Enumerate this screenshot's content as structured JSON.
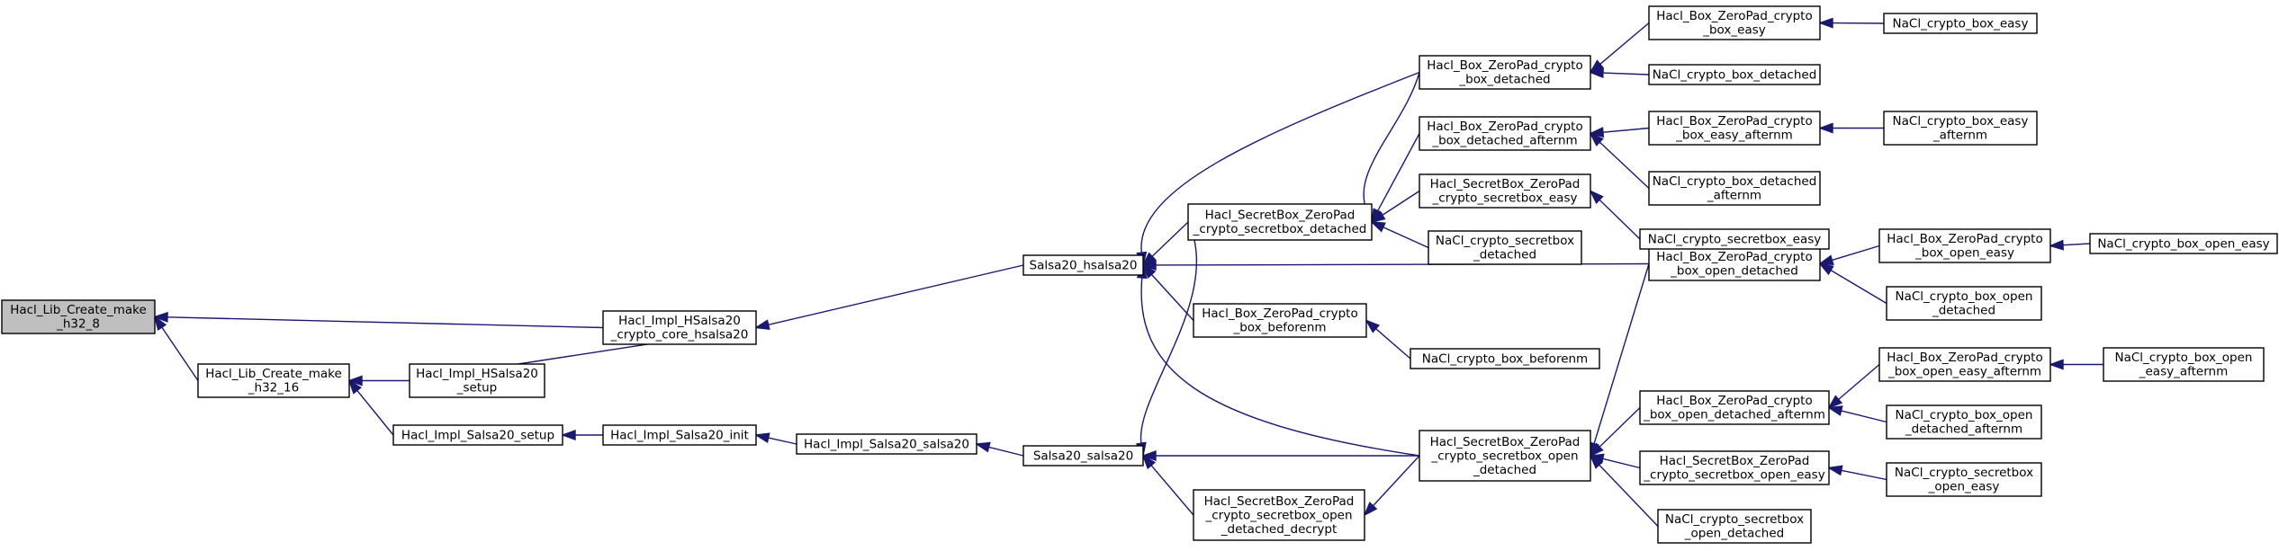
{
  "graph": {
    "colors": {
      "edge": "#191970",
      "node_border": "#000000",
      "root_fill": "#bfbfbf",
      "node_fill": "#ffffff"
    },
    "nodes": [
      {
        "id": "make_h32_8",
        "lines": [
          "Hacl_Lib_Create_make",
          "_h32_8"
        ],
        "root": true
      },
      {
        "id": "make_h32_16",
        "lines": [
          "Hacl_Lib_Create_make",
          "_h32_16"
        ]
      },
      {
        "id": "hsalsa_core",
        "lines": [
          "Hacl_Impl_HSalsa20",
          "_crypto_core_hsalsa20"
        ]
      },
      {
        "id": "hsalsa_setup",
        "lines": [
          "Hacl_Impl_HSalsa20",
          "_setup"
        ]
      },
      {
        "id": "salsa_setup",
        "lines": [
          "Hacl_Impl_Salsa20_setup"
        ]
      },
      {
        "id": "salsa_init",
        "lines": [
          "Hacl_Impl_Salsa20_init"
        ]
      },
      {
        "id": "impl_salsa20",
        "lines": [
          "Hacl_Impl_Salsa20_salsa20"
        ]
      },
      {
        "id": "salsa20_hsalsa20",
        "lines": [
          "Salsa20_hsalsa20"
        ]
      },
      {
        "id": "salsa20_salsa20",
        "lines": [
          "Salsa20_salsa20"
        ]
      },
      {
        "id": "sb_detached",
        "lines": [
          "Hacl_SecretBox_ZeroPad",
          "_crypto_secretbox_detached"
        ]
      },
      {
        "id": "box_beforenm",
        "lines": [
          "Hacl_Box_ZeroPad_crypto",
          "_box_beforenm"
        ]
      },
      {
        "id": "sb_open_detached_decrypt",
        "lines": [
          "Hacl_SecretBox_ZeroPad",
          "_crypto_secretbox_open",
          "_detached_decrypt"
        ]
      },
      {
        "id": "box_detached",
        "lines": [
          "Hacl_Box_ZeroPad_crypto",
          "_box_detached"
        ]
      },
      {
        "id": "box_detached_afternm",
        "lines": [
          "Hacl_Box_ZeroPad_crypto",
          "_box_detached_afternm"
        ]
      },
      {
        "id": "sb_easy",
        "lines": [
          "Hacl_SecretBox_ZeroPad",
          "_crypto_secretbox_easy"
        ]
      },
      {
        "id": "nacl_sb_detached",
        "lines": [
          "NaCl_crypto_secretbox",
          "_detached"
        ]
      },
      {
        "id": "box_open_detached",
        "lines": [
          "Hacl_Box_ZeroPad_crypto",
          "_box_open_detached"
        ]
      },
      {
        "id": "nacl_box_beforenm",
        "lines": [
          "NaCl_crypto_box_beforenm"
        ]
      },
      {
        "id": "sb_open_detached",
        "lines": [
          "Hacl_SecretBox_ZeroPad",
          "_crypto_secretbox_open",
          "_detached"
        ]
      },
      {
        "id": "box_easy",
        "lines": [
          "Hacl_Box_ZeroPad_crypto",
          "_box_easy"
        ]
      },
      {
        "id": "nacl_box_detached",
        "lines": [
          "NaCl_crypto_box_detached"
        ]
      },
      {
        "id": "box_easy_afternm",
        "lines": [
          "Hacl_Box_ZeroPad_crypto",
          "_box_easy_afternm"
        ]
      },
      {
        "id": "nacl_box_detached_afternm",
        "lines": [
          "NaCl_crypto_box_detached",
          "_afternm"
        ]
      },
      {
        "id": "nacl_sb_easy",
        "lines": [
          "NaCl_crypto_secretbox_easy"
        ]
      },
      {
        "id": "box_open_easy",
        "lines": [
          "Hacl_Box_ZeroPad_crypto",
          "_box_open_easy"
        ]
      },
      {
        "id": "nacl_box_open_detached",
        "lines": [
          "NaCl_crypto_box_open",
          "_detached"
        ]
      },
      {
        "id": "box_open_detached_afternm",
        "lines": [
          "Hacl_Box_ZeroPad_crypto",
          "_box_open_detached_afternm"
        ]
      },
      {
        "id": "sb_open_easy",
        "lines": [
          "Hacl_SecretBox_ZeroPad",
          "_crypto_secretbox_open_easy"
        ]
      },
      {
        "id": "nacl_sb_open_detached",
        "lines": [
          "NaCl_crypto_secretbox",
          "_open_detached"
        ]
      },
      {
        "id": "nacl_box_easy",
        "lines": [
          "NaCl_crypto_box_easy"
        ]
      },
      {
        "id": "nacl_box_easy_afternm",
        "lines": [
          "NaCl_crypto_box_easy",
          "_afternm"
        ]
      },
      {
        "id": "box_open_easy_afternm",
        "lines": [
          "Hacl_Box_ZeroPad_crypto",
          "_box_open_easy_afternm"
        ]
      },
      {
        "id": "nacl_box_open_detached_afternm",
        "lines": [
          "NaCl_crypto_box_open",
          "_detached_afternm"
        ]
      },
      {
        "id": "nacl_sb_open_easy",
        "lines": [
          "NaCl_crypto_secretbox",
          "_open_easy"
        ]
      },
      {
        "id": "nacl_box_open_easy",
        "lines": [
          "NaCl_crypto_box_open_easy"
        ]
      },
      {
        "id": "nacl_box_open_easy_afternm",
        "lines": [
          "NaCl_crypto_box_open",
          "_easy_afternm"
        ]
      }
    ],
    "edges": [
      {
        "from": "hsalsa_core",
        "to": "make_h32_8"
      },
      {
        "from": "make_h32_16",
        "to": "make_h32_8"
      },
      {
        "from": "hsalsa_setup",
        "to": "make_h32_16"
      },
      {
        "from": "salsa_setup",
        "to": "make_h32_16"
      },
      {
        "from": "hsalsa_setup",
        "to": "hsalsa_core"
      },
      {
        "from": "salsa20_hsalsa20",
        "to": "hsalsa_core"
      },
      {
        "from": "salsa_init",
        "to": "salsa_setup"
      },
      {
        "from": "impl_salsa20",
        "to": "salsa_init"
      },
      {
        "from": "salsa20_salsa20",
        "to": "impl_salsa20"
      },
      {
        "from": "box_detached",
        "to": "salsa20_hsalsa20"
      },
      {
        "from": "sb_detached",
        "to": "salsa20_hsalsa20"
      },
      {
        "from": "box_open_detached",
        "to": "salsa20_hsalsa20"
      },
      {
        "from": "box_beforenm",
        "to": "salsa20_hsalsa20"
      },
      {
        "from": "sb_open_detached",
        "to": "salsa20_hsalsa20"
      },
      {
        "from": "sb_detached",
        "to": "salsa20_salsa20"
      },
      {
        "from": "sb_open_detached",
        "to": "salsa20_salsa20"
      },
      {
        "from": "sb_open_detached_decrypt",
        "to": "salsa20_salsa20"
      },
      {
        "from": "box_detached",
        "to": "sb_detached"
      },
      {
        "from": "box_detached_afternm",
        "to": "sb_detached"
      },
      {
        "from": "sb_easy",
        "to": "sb_detached"
      },
      {
        "from": "nacl_sb_detached",
        "to": "sb_detached"
      },
      {
        "from": "nacl_box_beforenm",
        "to": "box_beforenm"
      },
      {
        "from": "sb_open_detached",
        "to": "sb_open_detached_decrypt"
      },
      {
        "from": "box_easy",
        "to": "box_detached"
      },
      {
        "from": "nacl_box_detached",
        "to": "box_detached"
      },
      {
        "from": "box_easy_afternm",
        "to": "box_detached_afternm"
      },
      {
        "from": "nacl_box_detached_afternm",
        "to": "box_detached_afternm"
      },
      {
        "from": "nacl_sb_easy",
        "to": "sb_easy"
      },
      {
        "from": "box_open_easy",
        "to": "box_open_detached"
      },
      {
        "from": "nacl_box_open_detached",
        "to": "box_open_detached"
      },
      {
        "from": "box_open_detached",
        "to": "sb_open_detached"
      },
      {
        "from": "box_open_detached_afternm",
        "to": "sb_open_detached"
      },
      {
        "from": "sb_open_easy",
        "to": "sb_open_detached"
      },
      {
        "from": "nacl_sb_open_detached",
        "to": "sb_open_detached"
      },
      {
        "from": "nacl_box_easy",
        "to": "box_easy"
      },
      {
        "from": "nacl_box_easy_afternm",
        "to": "box_easy_afternm"
      },
      {
        "from": "nacl_box_open_easy",
        "to": "box_open_easy"
      },
      {
        "from": "box_open_easy_afternm",
        "to": "box_open_detached_afternm"
      },
      {
        "from": "nacl_box_open_detached_afternm",
        "to": "box_open_detached_afternm"
      },
      {
        "from": "nacl_sb_open_easy",
        "to": "sb_open_easy"
      },
      {
        "from": "nacl_box_open_easy_afternm",
        "to": "box_open_easy_afternm"
      }
    ]
  }
}
